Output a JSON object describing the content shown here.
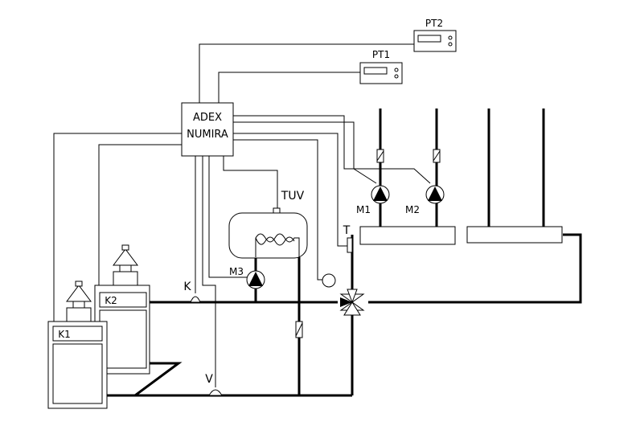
{
  "controller": {
    "line1": "ADEX",
    "line2": "NUMIRA"
  },
  "thermostats": [
    {
      "id": "pt2",
      "label": "PT2"
    },
    {
      "id": "pt1",
      "label": "PT1"
    }
  ],
  "boilers": [
    {
      "id": "k1",
      "label": "K1"
    },
    {
      "id": "k2",
      "label": "K2"
    }
  ],
  "tank": {
    "label": "TUV"
  },
  "pumps": [
    {
      "id": "m1",
      "label": "M1"
    },
    {
      "id": "m2",
      "label": "M2"
    },
    {
      "id": "m3",
      "label": "M3"
    }
  ],
  "sensors": [
    {
      "id": "k",
      "label": "K"
    },
    {
      "id": "v",
      "label": "V"
    },
    {
      "id": "t",
      "label": "T"
    }
  ]
}
